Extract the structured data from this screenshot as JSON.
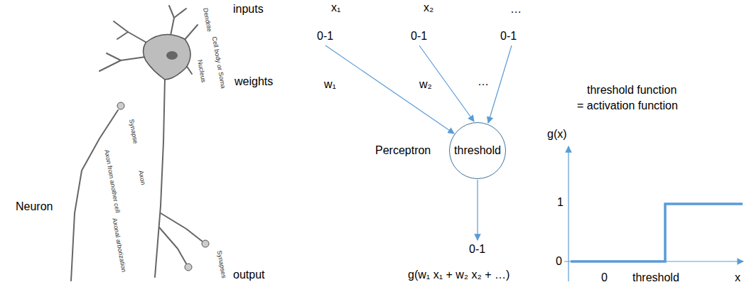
{
  "diagram": {
    "nodes": [
      {
        "text": [
          "threshold"
        ]
      }
    ],
    "labels": [
      "Neuron",
      "Dendrite",
      "Cell body or Soma",
      "Nucleus",
      "Synapse",
      "Axon from another cell",
      "Axon",
      "Axonal arborization",
      "Synapses",
      "inputs",
      "x₁",
      "x₂",
      "…",
      "0-1",
      "0-1",
      "0-1",
      "weights",
      "w₁",
      "w₂",
      "…",
      "Perceptron",
      "0-1",
      "output",
      "g(w₁ x₁ + w₂ x₂ + …)",
      "threshold function",
      "= activation function",
      "g(x)",
      "1",
      "0",
      "0",
      "threshold",
      "x"
    ]
  }
}
